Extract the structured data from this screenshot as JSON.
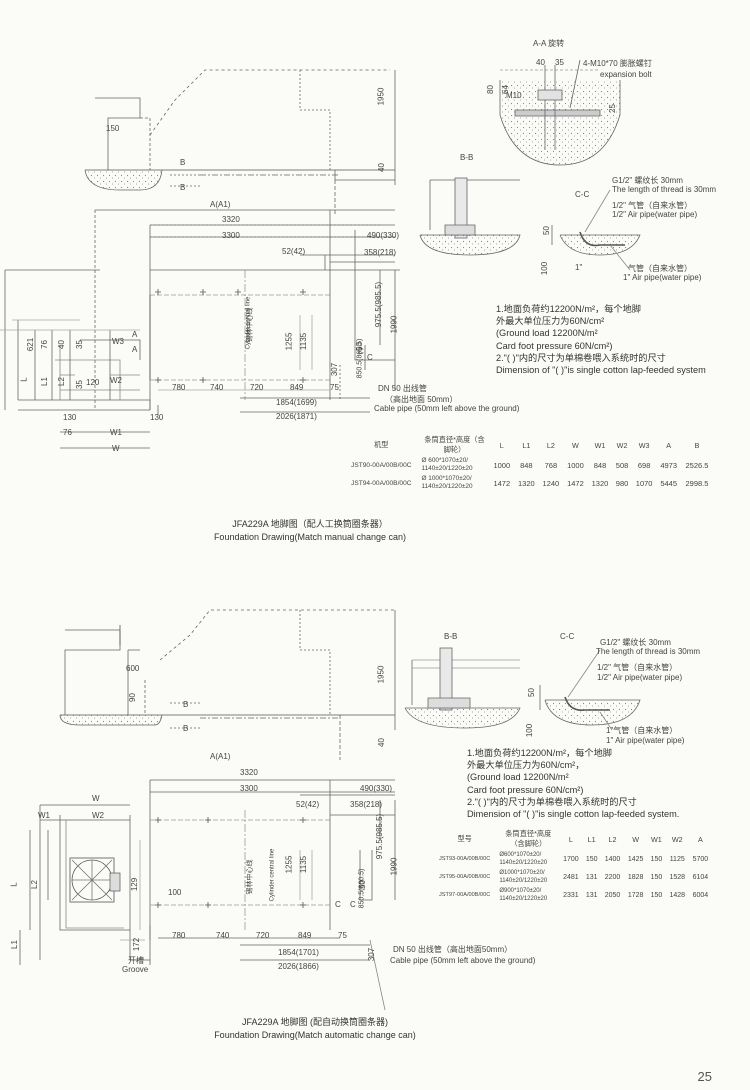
{
  "page_number": "25",
  "top": {
    "labels": {
      "sec_aa": "A-A 旋转",
      "bolt": "4-M10*70 膨胀螺钉",
      "bolt_en": "expansion bolt",
      "m10": "M10",
      "sec_bb": "B-B",
      "sec_cc": "C-C",
      "thread_cn": "G1/2\" 螺纹长 30mm",
      "thread_en": "The length of thread is 30mm",
      "air_cn": "1/2\" 气管（自来水管）",
      "air_en": "1/2\" Air pipe(water pipe)",
      "air1_cn": "气管（自来水管）",
      "air1_en": "1\" Air pipe(water pipe)",
      "one_inch": "1\"",
      "center_cn": "锡林中心线",
      "center_en": "Cylinder central line",
      "dn50": "DN 50 出线管",
      "dn50_sub": "（高出地面 50mm）",
      "dn50_en": "Cable pipe (50mm left above the ground)",
      "a_a1": "A(A1)",
      "b": "B",
      "a": "A",
      "c": "C",
      "w": "W",
      "w1": "W1",
      "w2": "W2",
      "w3": "W3",
      "l": "L",
      "l1": "L1",
      "l2": "L2"
    },
    "dims": {
      "d40": "40",
      "d35": "35",
      "d80": "80",
      "d64": "64",
      "d25": "25",
      "d1950": "1950",
      "d150": "150",
      "d40b": "40",
      "d3320": "3320",
      "d3300": "3300",
      "d490": "490(330)",
      "d52": "52(42)",
      "d358": "358(218)",
      "d975": "975.5(985.5)",
      "d1990": "1990",
      "d1255": "1255",
      "d1135": "1135",
      "d850": "850.5(860.5)",
      "d50": "50",
      "d307": "307",
      "d780": "780",
      "d740": "740",
      "d720": "720",
      "d849": "849",
      "d75": "75",
      "d1854": "1854(1699)",
      "d2026": "2026(1871)",
      "d130a": "130",
      "d130b": "130",
      "d76": "76",
      "d621": "621",
      "d76b": "76",
      "d40c": "40",
      "d35b": "35",
      "d35c": "35",
      "d120": "120",
      "d50b": "50",
      "d100": "100"
    },
    "notes": [
      "1.地面负荷约12200N/m²，每个地脚",
      "外最大单位压力为60N/cm²",
      "(Ground load 12200N/m²",
      "Card foot pressure 60N/cm²)",
      "2.\"( )\"内的尺寸为单棉卷喂入系统时的尺寸",
      "Dimension of \"( )\"is single cotton lap-feeded system"
    ],
    "table": {
      "headers": [
        "机型",
        "条筒直径*高度（含脚轮）",
        "L",
        "L1",
        "L2",
        "W",
        "W1",
        "W2",
        "W3",
        "A",
        "B"
      ],
      "rows": [
        [
          "JST90-00A/00B/00C",
          "Ø 600*1070±20/ 1140±20/1220±20",
          "1000",
          "848",
          "768",
          "1000",
          "848",
          "508",
          "698",
          "4973",
          "2526.5"
        ],
        [
          "JST94-00A/00B/00C",
          "Ø 1000*1070±20/ 1140±20/1220±20",
          "1472",
          "1320",
          "1240",
          "1472",
          "1320",
          "980",
          "1070",
          "5445",
          "2998.5"
        ]
      ]
    },
    "caption_cn": "JFA229A 地脚图（配人工换筒圈条器）",
    "caption_en": "Foundation Drawing(Match manual change can)"
  },
  "bottom": {
    "labels": {
      "sec_bb": "B-B",
      "sec_cc": "C-C",
      "thread_cn": "G1/2\" 螺纹长 30mm",
      "thread_en": "The length of thread is 30mm",
      "air_cn": "1/2\" 气管（自来水管）",
      "air_en": "1/2\" Air pipe(water pipe)",
      "air1_cn": "1\"气管（自来水管）",
      "air1_en": "1\" Air pipe(water pipe)",
      "center_cn": "锡林中心线",
      "center_en": "Cylinder central line",
      "dn50": "DN 50 出线管（高出地面50mm）",
      "dn50_en": "Cable pipe (50mm left above the ground)",
      "groove_cn": "开槽",
      "groove_en": "Groove",
      "a_a1": "A(A1)",
      "b": "B",
      "c": "C",
      "w": "W",
      "w1": "W1",
      "w2": "W2",
      "l": "L",
      "l1": "L1",
      "l2": "L2"
    },
    "dims": {
      "d600": "600",
      "d90": "90",
      "d1950": "1950",
      "d40": "40",
      "d3320": "3320",
      "d3300": "3300",
      "d490": "490(330)",
      "d52": "52(42)",
      "d358": "358(218)",
      "d975": "975.5(985.5)",
      "d1990": "1990",
      "d1255": "1255",
      "d1135": "1135",
      "d850": "850.5(860.5)",
      "d50": "50",
      "d307": "307",
      "d100": "100",
      "d129": "129",
      "d172": "172",
      "d780": "780",
      "d740": "740",
      "d720": "720",
      "d849": "849",
      "d75": "75",
      "d1854": "1854(1701)",
      "d2026": "2026(1866)",
      "d50b": "50",
      "d100b": "100"
    },
    "notes": [
      "1.地面负荷约12200N/m²，每个地脚",
      "外最大单位压力为60N/cm²，",
      "(Ground load 12200N/m²",
      "Card foot pressure 60N/cm²)",
      "2.\"( )\"内的尺寸为单棉卷喂入系统时的尺寸",
      "Dimension of \"( )\"is single cotton lap-feeded system."
    ],
    "table": {
      "headers": [
        "型号",
        "条筒直径*高度（含脚轮）",
        "L",
        "L1",
        "L2",
        "W",
        "W1",
        "W2",
        "A"
      ],
      "rows": [
        [
          "JST93-00A/00B/00C",
          "Ø600*1070±20/ 1140±20/1220±20",
          "1700",
          "150",
          "1400",
          "1425",
          "150",
          "1125",
          "5700"
        ],
        [
          "JST95-00A/00B/00C",
          "Ø1000*1070±20/ 1140±20/1220±20",
          "2481",
          "131",
          "2200",
          "1828",
          "150",
          "1528",
          "6104"
        ],
        [
          "JST97-00A/00B/00C",
          "Ø900*1070±20/ 1140±20/1220±20",
          "2331",
          "131",
          "2050",
          "1728",
          "150",
          "1428",
          "6004"
        ]
      ]
    },
    "caption_cn": "JFA229A 地脚图 (配自动换筒圈条器)",
    "caption_en": "Foundation Drawing(Match automatic change can)"
  }
}
